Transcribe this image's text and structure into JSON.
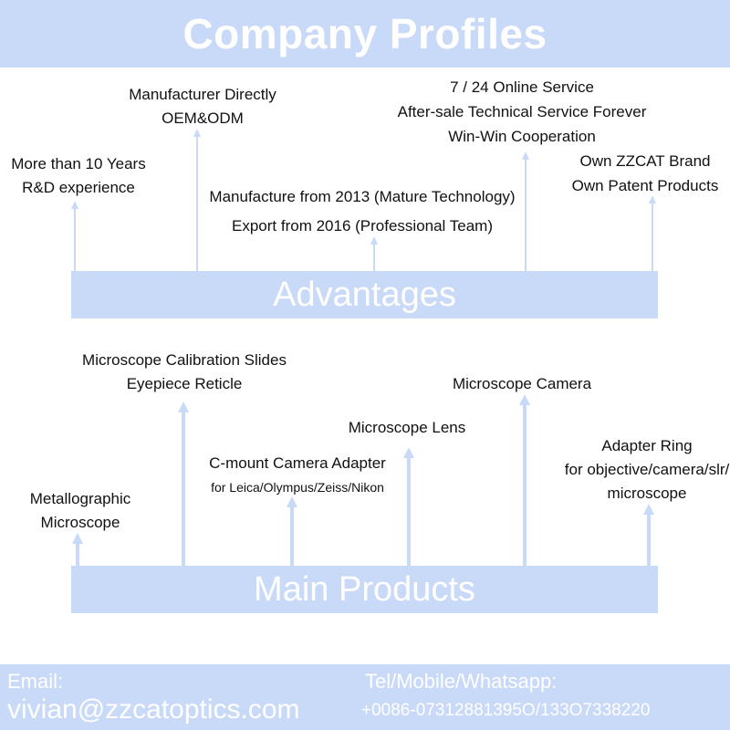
{
  "header": {
    "title": "Company Profiles"
  },
  "advantages": {
    "band_label": "Advantages",
    "items": [
      {
        "lines": [
          "More than 10 Years",
          "R&D experience"
        ]
      },
      {
        "lines": [
          "Manufacturer Directly",
          "OEM&ODM"
        ]
      },
      {
        "lines": [
          "Manufacture from 2013 (Mature Technology)",
          "Export from 2016 (Professional Team)"
        ]
      },
      {
        "lines": [
          "7 / 24 Online Service",
          "After-sale Technical Service Forever",
          "Win-Win Cooperation"
        ]
      },
      {
        "lines": [
          "Own ZZCAT Brand",
          "Own Patent Products"
        ]
      }
    ]
  },
  "products": {
    "band_label": "Main Products",
    "items": [
      {
        "lines": [
          "Metallographic",
          "Microscope"
        ]
      },
      {
        "lines": [
          "Microscope Calibration Slides",
          "Eyepiece Reticle"
        ]
      },
      {
        "lines": [
          "C-mount Camera Adapter",
          "for Leica/Olympus/Zeiss/Nikon"
        ]
      },
      {
        "lines": [
          "Microscope Lens"
        ]
      },
      {
        "lines": [
          "Microscope Camera"
        ]
      },
      {
        "lines": [
          "Adapter Ring",
          "for objective/camera/slr/",
          "microscope"
        ]
      }
    ]
  },
  "footer": {
    "email_label": "Email:",
    "email_value": "vivian@zzcatoptics.com",
    "phone_label": "Tel/Mobile/Whatsapp:",
    "phone_value": "+0086-07312881395O/133O7338220"
  },
  "colors": {
    "accent": "#c9d9f8",
    "text": "#111111",
    "on_accent": "#ffffff"
  }
}
